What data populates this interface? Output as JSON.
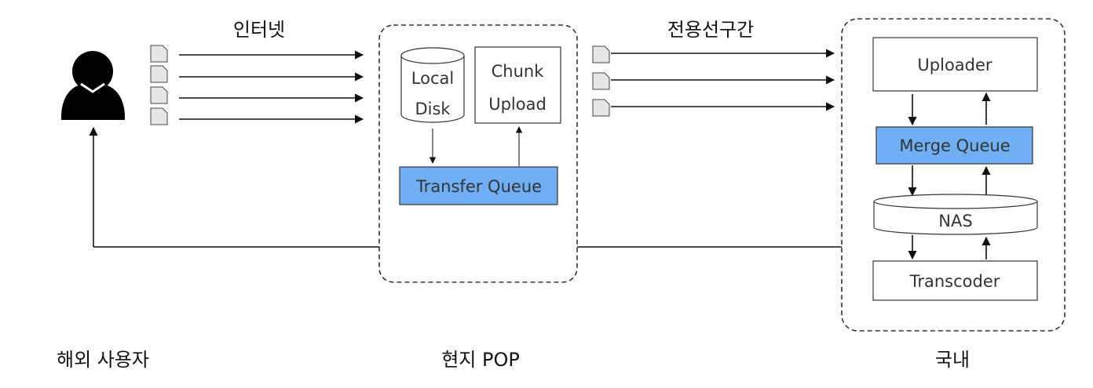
{
  "labels": {
    "internet": "인터넷",
    "dedicated_line": "전용선구간",
    "overseas_user": "해외 사용자",
    "local_pop": "현지 POP",
    "domestic": "국내"
  },
  "pop": {
    "local_disk_line1": "Local",
    "local_disk_line2": "Disk",
    "chunk_upload_line1": "Chunk",
    "chunk_upload_line2": "Upload",
    "transfer_queue": "Transfer Queue"
  },
  "domestic_nodes": {
    "uploader": "Uploader",
    "merge_queue": "Merge Queue",
    "nas": "NAS",
    "transcoder": "Transcoder"
  },
  "colors": {
    "queue_fill": "#70aef6",
    "line": "#111111",
    "box_stroke": "#333333",
    "file_fill": "#e6e6e6"
  },
  "icons": {
    "user": "user-silhouette-icon",
    "file": "file-icon"
  }
}
